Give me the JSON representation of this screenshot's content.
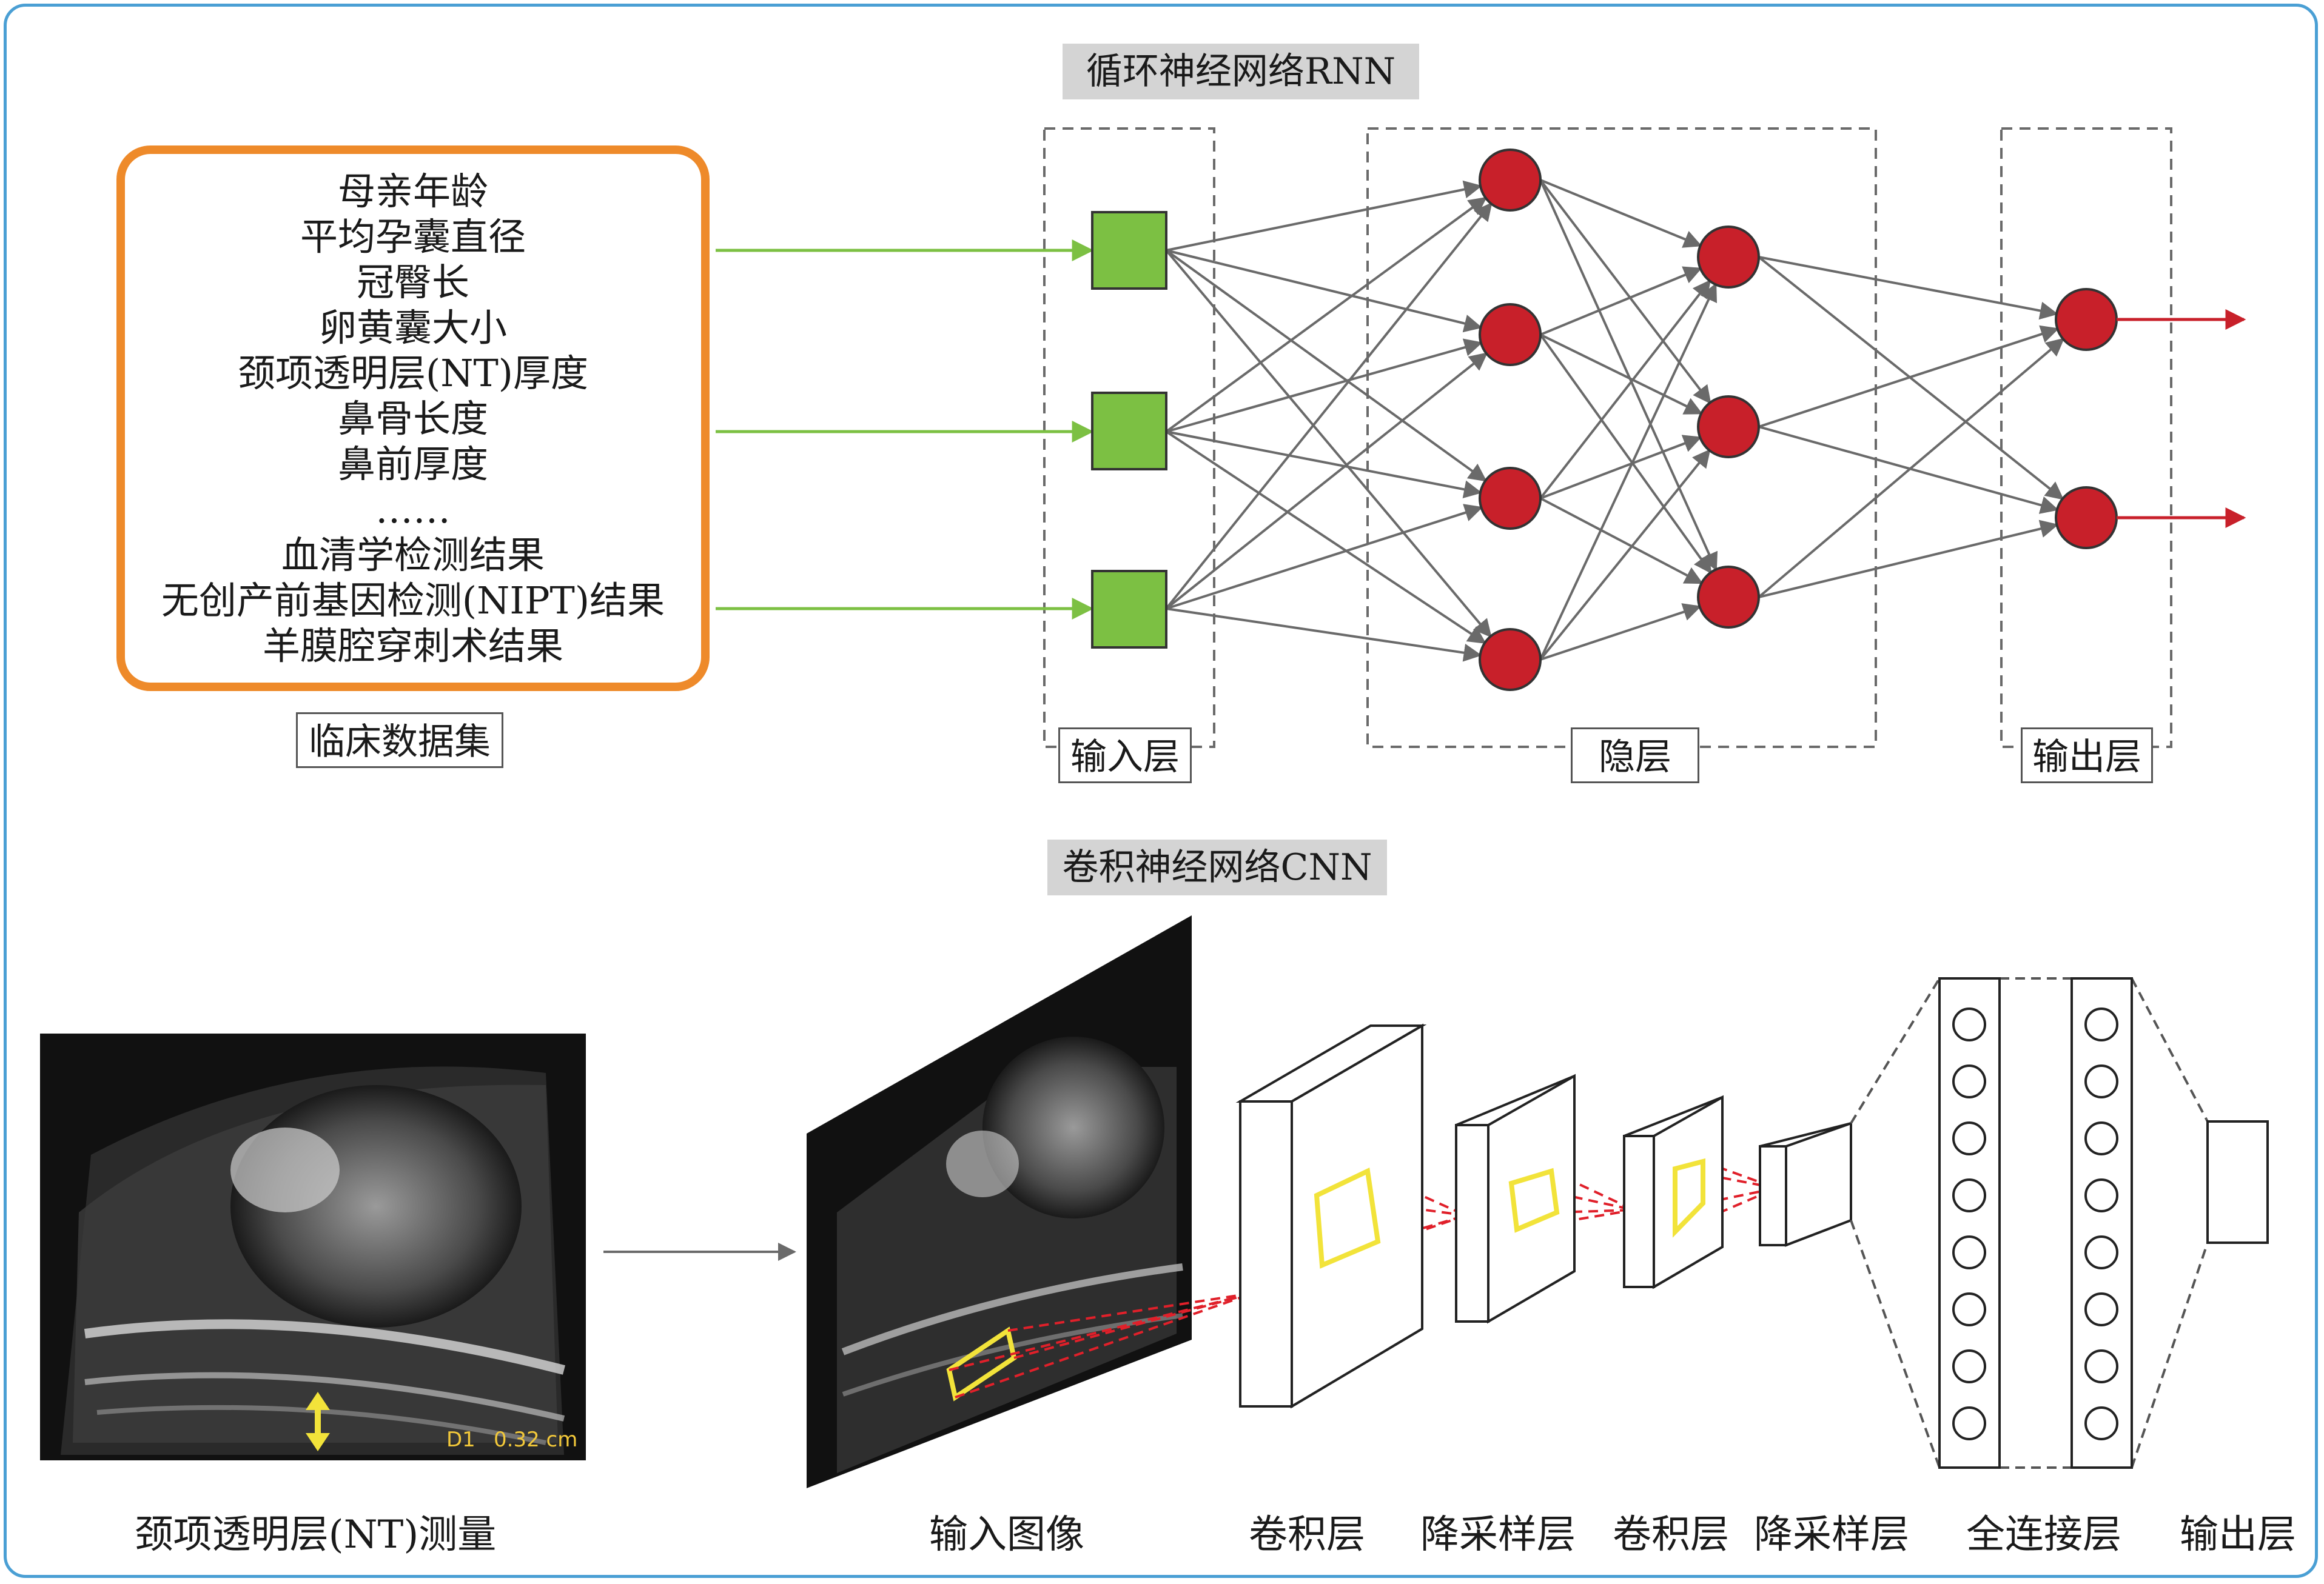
{
  "rnn": {
    "title": "循环神经网络RNN",
    "input_label": "输入层",
    "hidden_label": "隐层",
    "output_label": "输出层"
  },
  "clinical": {
    "items": [
      "母亲年龄",
      "平均孕囊直径",
      "冠臀长",
      "卵黄囊大小",
      "颈项透明层(NT)厚度",
      "鼻骨长度",
      "鼻前厚度",
      "……",
      "血清学检测结果",
      "无创产前基因检测(NIPT)结果",
      "羊膜腔穿刺术结果"
    ],
    "caption": "临床数据集"
  },
  "cnn": {
    "title": "卷积神经网络CNN",
    "stages": [
      "输入图像",
      "卷积层",
      "降采样层",
      "卷积层",
      "降采样层",
      "全连接层",
      "输出层"
    ]
  },
  "ultrasound": {
    "caption": "颈项透明层(NT)测量",
    "measure_label": "D1",
    "measure_value": "0.32 cm"
  },
  "colors": {
    "frame": "#4a9fd4",
    "clinical_border": "#ee8a2a",
    "input_node": "#7cc043",
    "neuron": "#c8202a",
    "input_arrow": "#7cc043",
    "output_arrow": "#c8202a",
    "highlight": "#f2e33a",
    "projection": "#e0202a"
  },
  "icons": [
    "arrow-right-icon"
  ]
}
